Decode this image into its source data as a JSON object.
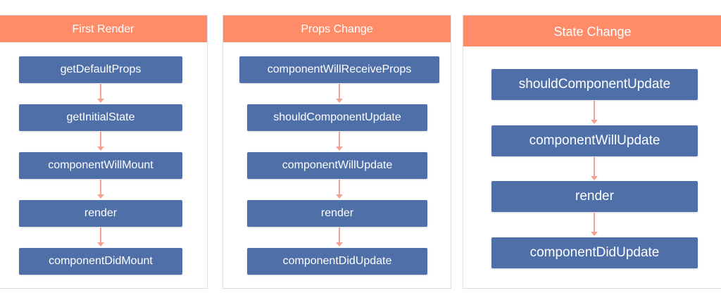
{
  "panels": [
    {
      "title": "First Render",
      "steps": [
        "getDefaultProps",
        "getInitialState",
        "componentWillMount",
        "render",
        "componentDidMount"
      ]
    },
    {
      "title": "Props Change",
      "steps": [
        "componentWillReceiveProps",
        "shouldComponentUpdate",
        "componentWillUpdate",
        "render",
        "componentDidUpdate"
      ]
    },
    {
      "title": "State Change",
      "steps": [
        "shouldComponentUpdate",
        "componentWillUpdate",
        "render",
        "componentDidUpdate"
      ]
    }
  ],
  "colors": {
    "header": "#ff8c69",
    "step": "#4f6fa9",
    "arrow": "#f4a190"
  }
}
